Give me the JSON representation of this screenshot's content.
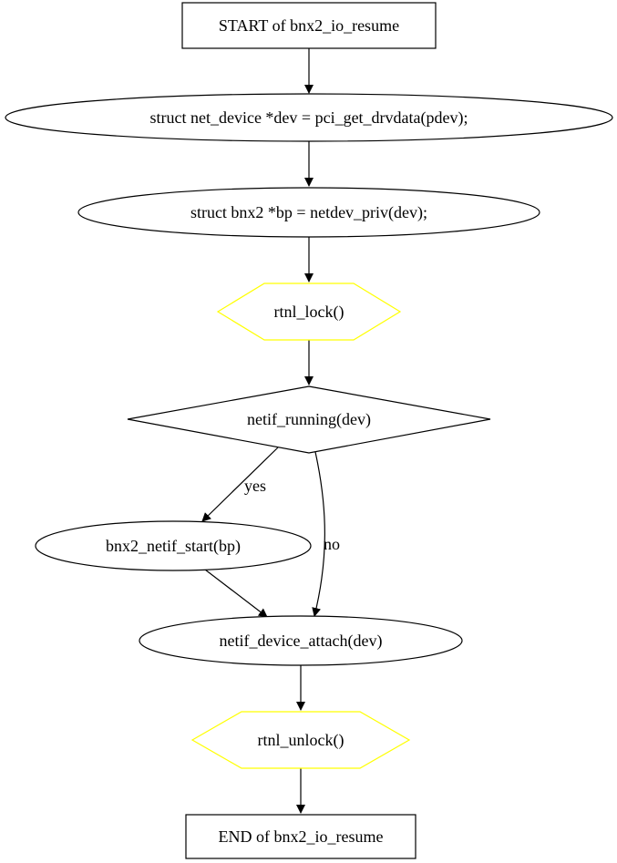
{
  "colors": {
    "hexagon_fill": "#add8e6",
    "hexagon_stroke": "#ffff00",
    "line": "#000000"
  },
  "nodes": {
    "start": "START of bnx2_io_resume",
    "get_drvdata": "struct net_device *dev = pci_get_drvdata(pdev);",
    "netdev_priv": "struct bnx2 *bp = netdev_priv(dev);",
    "rtnl_lock": "rtnl_lock()",
    "netif_running": "netif_running(dev)",
    "netif_start": "bnx2_netif_start(bp)",
    "device_attach": "netif_device_attach(dev)",
    "rtnl_unlock": "rtnl_unlock()",
    "end": "END of bnx2_io_resume"
  },
  "edges": {
    "yes_label": "yes",
    "no_label": "no"
  }
}
